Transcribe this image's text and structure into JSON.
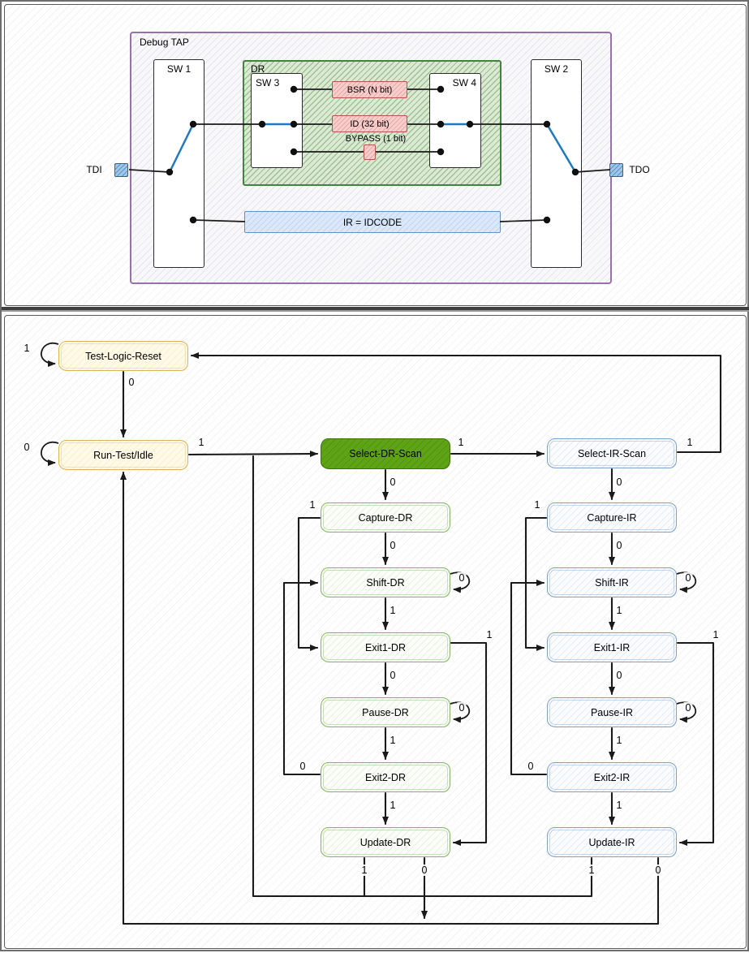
{
  "tap": {
    "title": "Debug TAP",
    "ports": {
      "tdi": "TDI",
      "tdo": "TDO"
    },
    "switches": {
      "sw1": "SW 1",
      "sw2": "SW 2",
      "sw3": "SW 3",
      "sw4": "SW 4"
    },
    "dr": {
      "label": "DR",
      "registers": [
        "BSR (N bit)",
        "ID (32 bit)",
        "BYPASS (1 bit)"
      ]
    },
    "ir": {
      "label": "IR = IDCODE"
    }
  },
  "sm": {
    "states": {
      "tlr": "Test-Logic-Reset",
      "rti": "Run-Test/Idle",
      "sdrs": "Select-DR-Scan",
      "sirs": "Select-IR-Scan",
      "cdr": "Capture-DR",
      "sdr": "Shift-DR",
      "e1dr": "Exit1-DR",
      "pdr": "Pause-DR",
      "e2dr": "Exit2-DR",
      "udr": "Update-DR",
      "cir": "Capture-IR",
      "sir": "Shift-IR",
      "e1ir": "Exit1-IR",
      "pir": "Pause-IR",
      "e2ir": "Exit2-IR",
      "uir": "Update-IR"
    },
    "transitions": [
      {
        "from": "tlr",
        "to": "tlr",
        "label": "1"
      },
      {
        "from": "tlr",
        "to": "rti",
        "label": "0"
      },
      {
        "from": "rti",
        "to": "rti",
        "label": "0"
      },
      {
        "from": "rti",
        "to": "sdrs",
        "label": "1"
      },
      {
        "from": "sdrs",
        "to": "sirs",
        "label": "1"
      },
      {
        "from": "sirs",
        "to": "tlr",
        "label": "1"
      },
      {
        "from": "sdrs",
        "to": "cdr",
        "label": "0"
      },
      {
        "from": "cdr",
        "to": "e1dr",
        "label": "1"
      },
      {
        "from": "cdr",
        "to": "sdr",
        "label": "0"
      },
      {
        "from": "sdr",
        "to": "sdr",
        "label": "0"
      },
      {
        "from": "sdr",
        "to": "e1dr",
        "label": "1"
      },
      {
        "from": "e1dr",
        "to": "udr",
        "label": "1"
      },
      {
        "from": "e1dr",
        "to": "pdr",
        "label": "0"
      },
      {
        "from": "pdr",
        "to": "pdr",
        "label": "0"
      },
      {
        "from": "pdr",
        "to": "e2dr",
        "label": "1"
      },
      {
        "from": "e2dr",
        "to": "sdr",
        "label": "0"
      },
      {
        "from": "e2dr",
        "to": "udr",
        "label": "1"
      },
      {
        "from": "udr",
        "to": "sdrs",
        "label": "1"
      },
      {
        "from": "udr",
        "to": "rti",
        "label": "0"
      },
      {
        "from": "sirs",
        "to": "cir",
        "label": "0"
      },
      {
        "from": "cir",
        "to": "e1ir",
        "label": "1"
      },
      {
        "from": "cir",
        "to": "sir",
        "label": "0"
      },
      {
        "from": "sir",
        "to": "sir",
        "label": "0"
      },
      {
        "from": "sir",
        "to": "e1ir",
        "label": "1"
      },
      {
        "from": "e1ir",
        "to": "uir",
        "label": "1"
      },
      {
        "from": "e1ir",
        "to": "pir",
        "label": "0"
      },
      {
        "from": "pir",
        "to": "pir",
        "label": "0"
      },
      {
        "from": "pir",
        "to": "e2ir",
        "label": "1"
      },
      {
        "from": "e2ir",
        "to": "sir",
        "label": "0"
      },
      {
        "from": "e2ir",
        "to": "uir",
        "label": "1"
      },
      {
        "from": "uir",
        "to": "sdrs",
        "label": "1"
      },
      {
        "from": "uir",
        "to": "rti",
        "label": "0"
      }
    ]
  },
  "colors": {
    "tap_border": "#9673a6",
    "dr_border": "#44833f",
    "register_fill": "#f8cecc",
    "register_border": "#b85450",
    "ir_fill": "#dae8fc",
    "ir_border": "#6c8ebf",
    "wire_active": "#1b7ac2",
    "state_reset_border": "#d6b656",
    "state_selected_fill": "#5fa415",
    "state_dr_border": "#82b366",
    "state_ir_border": "#7ea1c9",
    "edge": "#1a1a1a"
  }
}
